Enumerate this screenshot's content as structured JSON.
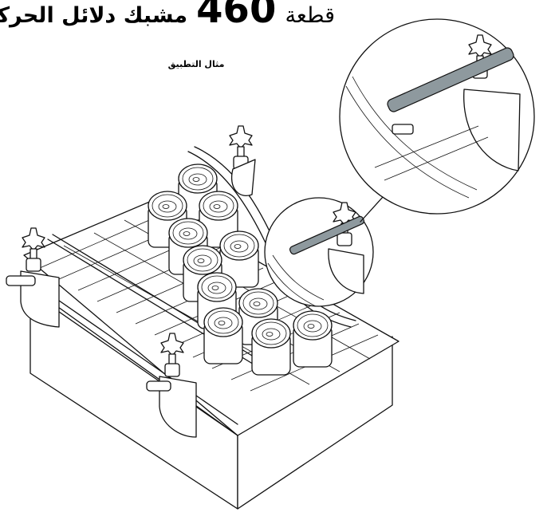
{
  "title": {
    "word": "قطعة",
    "number": "460",
    "name": "مشبك دلائل الحركة"
  },
  "subtitle": "مثال التطبيق",
  "colors": {
    "line": "#111111",
    "background": "#ffffff",
    "rod": "#8e999e"
  },
  "icons": [
    "star-knob-icon",
    "clamp-icon",
    "can-icon",
    "zoom-circle-icon"
  ]
}
